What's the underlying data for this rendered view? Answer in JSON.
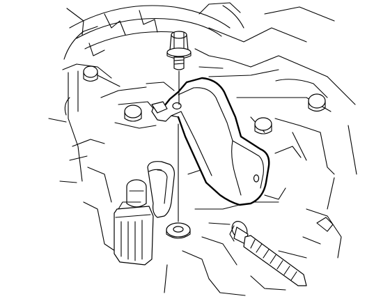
{
  "figure": {
    "background": "#ffffff",
    "line_color": "#000000",
    "parts": [
      "engine-block",
      "flange-bolt",
      "bracket",
      "washer",
      "screw",
      "sensor-connector",
      "hose"
    ]
  }
}
